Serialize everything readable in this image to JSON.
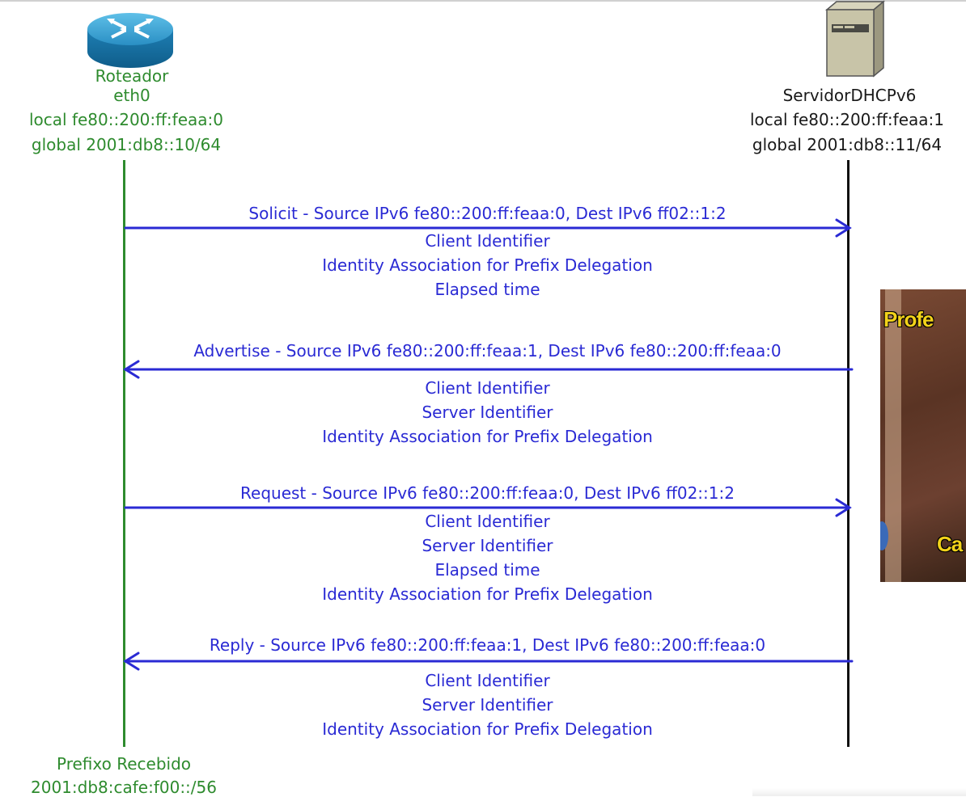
{
  "router": {
    "icon": "router-icon",
    "name": "Roteador",
    "interface": "eth0",
    "local": "local fe80::200:ff:feaa:0",
    "global": "global 2001:db8::10/64",
    "color": "#2e8b2e",
    "prefix_title": "Prefixo Recebido",
    "prefix_value": "2001:db8:cafe:f00::/56"
  },
  "server": {
    "icon": "server-icon",
    "name": "ServidorDHCPv6",
    "local": "local fe80::200:ff:feaa:1",
    "global": "global 2001:db8::11/64"
  },
  "message_color": "#2a2ad4",
  "messages": [
    {
      "direction": "to-server",
      "label": "Solicit - Source IPv6 fe80::200:ff:feaa:0, Dest IPv6 ff02::1:2",
      "options": [
        "Client Identifier",
        "Identity Association for Prefix Delegation",
        "Elapsed time"
      ]
    },
    {
      "direction": "to-router",
      "label": "Advertise - Source IPv6 fe80::200:ff:feaa:1, Dest IPv6 fe80::200:ff:feaa:0",
      "options": [
        "Client Identifier",
        "Server Identifier",
        "Identity Association for Prefix Delegation"
      ]
    },
    {
      "direction": "to-server",
      "label": "Request - Source IPv6 fe80::200:ff:feaa:0, Dest IPv6 ff02::1:2",
      "options": [
        "Client Identifier",
        "Server Identifier",
        "Elapsed time",
        "Identity Association for Prefix Delegation"
      ]
    },
    {
      "direction": "to-router",
      "label": "Reply - Source IPv6 fe80::200:ff:feaa:1, Dest IPv6 fe80::200:ff:feaa:0",
      "options": [
        "Client Identifier",
        "Server Identifier",
        "Identity Association for Prefix Delegation"
      ]
    }
  ],
  "thumbnail": {
    "top_text": "Profe",
    "bottom_text": "Ca"
  }
}
